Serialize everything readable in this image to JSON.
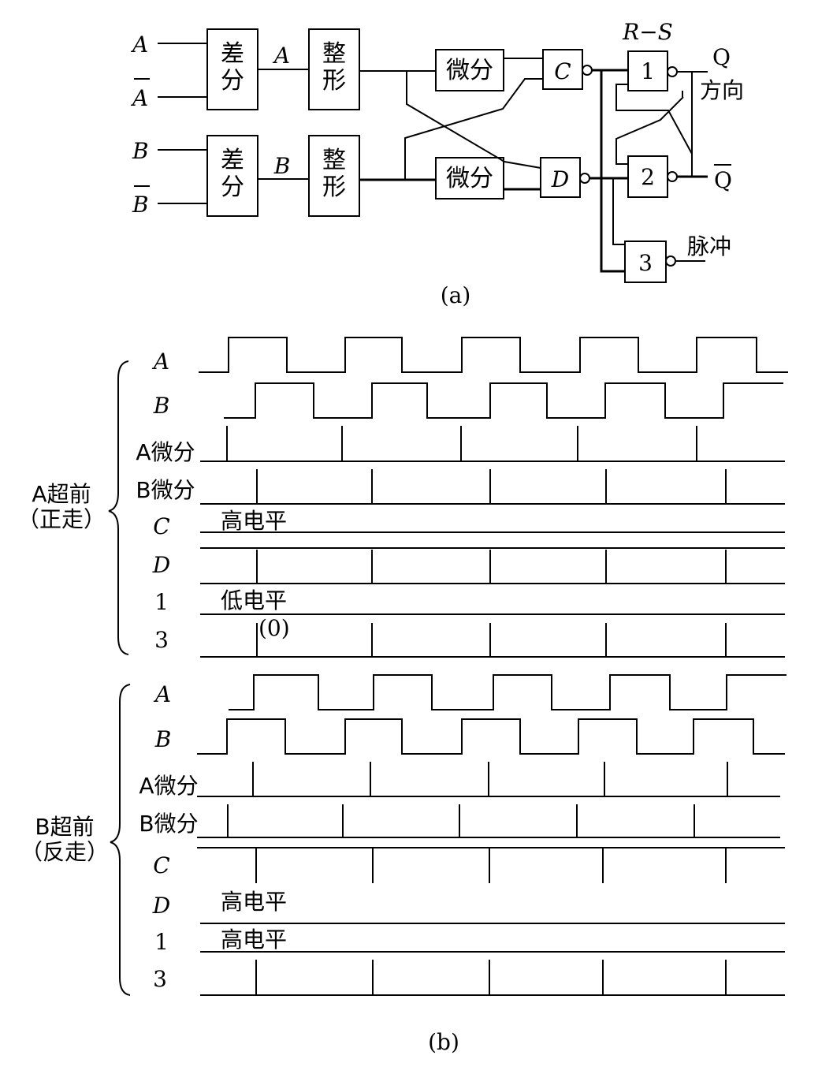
{
  "circuit": {
    "inputs": {
      "a": "A",
      "a_bar": "A",
      "b": "B",
      "b_bar": "B"
    },
    "diff_block": [
      "差",
      "分"
    ],
    "shape_block": [
      "整",
      "形"
    ],
    "wire_label_a": "A",
    "wire_label_b": "B",
    "deriv_block": "微分",
    "gate_c": "C",
    "gate_d": "D",
    "ff_label": "R−S",
    "gate_1": "1",
    "gate_2": "2",
    "gate_3": "3",
    "out_q": "Q",
    "out_q_bar": "Q",
    "out_direction": "方向",
    "out_pulse": "脉冲",
    "caption": "(a)"
  },
  "timing": {
    "forward": {
      "group_label": [
        "A超前",
        "（正走）"
      ],
      "rows": [
        "A",
        "B",
        "A微分",
        "B微分",
        "C",
        "D",
        "1",
        "3"
      ],
      "notes": {
        "c": "高电平",
        "one": "低电平",
        "three": "(0)"
      }
    },
    "reverse": {
      "group_label": [
        "B超前",
        "（反走）"
      ],
      "rows": [
        "A",
        "B",
        "A微分",
        "B微分",
        "C",
        "D",
        "1",
        "3"
      ],
      "notes": {
        "d": "高电平",
        "one": "高电平"
      }
    },
    "caption": "(b)"
  }
}
